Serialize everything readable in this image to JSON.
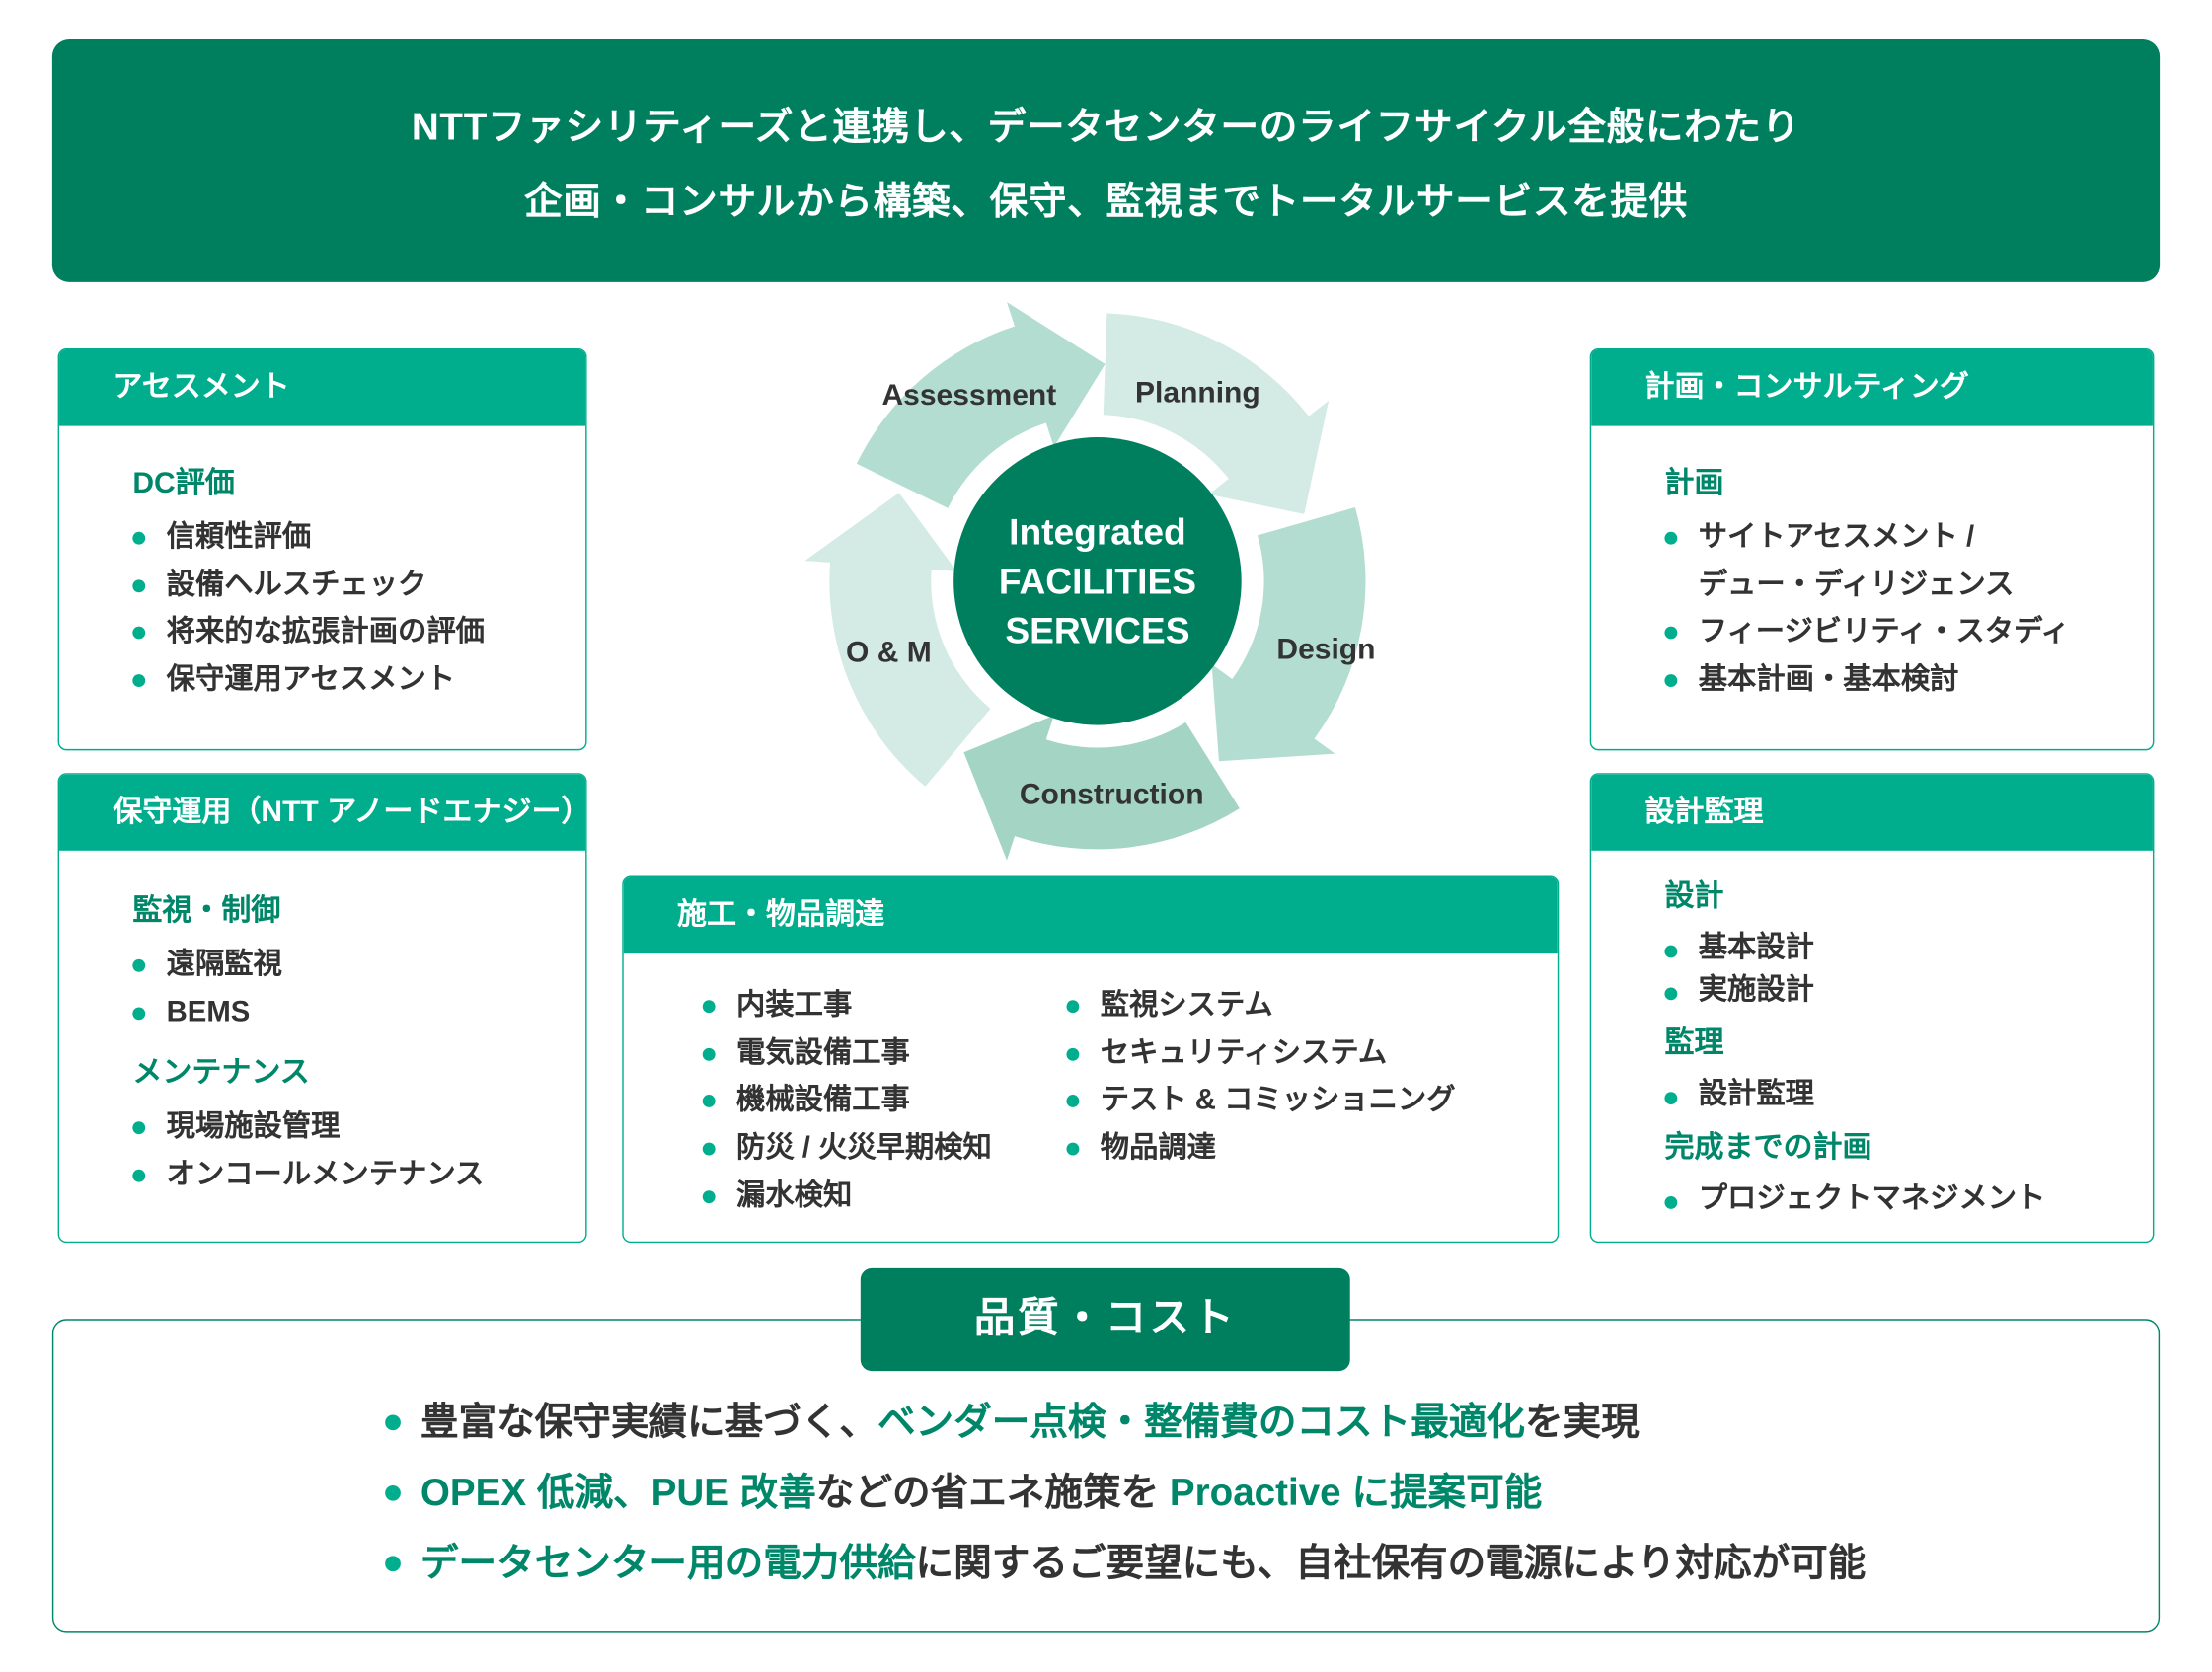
{
  "banner": {
    "line1": "NTTファシリティーズと連携し、データセンターのライフサイクル全般にわたり",
    "line2": "企画・コンサルから構築、保守、監視までトータルサービスを提供"
  },
  "colors": {
    "dark_green": "#007f5f",
    "teal": "#00ae8e",
    "text_green": "#00876a"
  },
  "cycle": {
    "center": [
      "Integrated",
      "FACILITIES",
      "SERVICES"
    ],
    "stages": [
      {
        "label": "Planning",
        "color": "#d3ebe4"
      },
      {
        "label": "Design",
        "color": "#b3ddd0"
      },
      {
        "label": "Construction",
        "color": "#a3d4c4"
      },
      {
        "label": "O & M",
        "color": "#d3ebe4"
      },
      {
        "label": "Assessment",
        "color": "#b3ddd0"
      }
    ]
  },
  "boxes": {
    "assessment": {
      "title": "アセスメント",
      "groups": [
        {
          "heading": "DC評価",
          "items": [
            "信頼性評価",
            "設備ヘルスチェック",
            "将来的な拡張計画の評価",
            "保守運用アセスメント"
          ]
        }
      ]
    },
    "om": {
      "title": "保守運用（NTT アノードエナジー）",
      "groups": [
        {
          "heading": "監視・制御",
          "items": [
            "遠隔監視",
            "BEMS"
          ]
        },
        {
          "heading": "メンテナンス",
          "items": [
            "現場施設管理",
            "オンコールメンテナンス"
          ]
        }
      ]
    },
    "planning": {
      "title": "計画・コンサルティング",
      "groups": [
        {
          "heading": "計画",
          "items": [
            "サイトアセスメント /",
            "デュー・ディリジェンス",
            "フィージビリティ・スタディ",
            "基本計画・基本検討"
          ]
        }
      ]
    },
    "design": {
      "title": "設計監理",
      "groups": [
        {
          "heading": "設計",
          "items": [
            "基本設計",
            "実施設計"
          ]
        },
        {
          "heading": "監理",
          "items": [
            "設計監理"
          ]
        },
        {
          "heading": "完成までの計画",
          "items": [
            "プロジェクトマネジメント"
          ]
        }
      ]
    },
    "construction": {
      "title": "施工・物品調達",
      "columns": [
        [
          "内装工事",
          "電気設備工事",
          "機械設備工事",
          "防災 / 火災早期検知",
          "漏水検知"
        ],
        [
          "監視システム",
          "セキュリティシステム",
          "テスト & コミッショニング",
          "物品調達"
        ]
      ]
    }
  },
  "quality": {
    "title": "品質・コスト",
    "lines": [
      [
        {
          "t": "豊富な保守実績に基づく、",
          "h": false
        },
        {
          "t": "ベンダー点検・整備費のコスト最適化",
          "h": true
        },
        {
          "t": "を実現",
          "h": false
        }
      ],
      [
        {
          "t": "OPEX 低減、PUE 改善",
          "h": true
        },
        {
          "t": "などの省エネ施策を ",
          "h": false
        },
        {
          "t": "Proactive に提案可能",
          "h": true
        }
      ],
      [
        {
          "t": "データセンター用の電力供給",
          "h": true
        },
        {
          "t": "に関するご要望にも、自社保有の電源により対応が可能",
          "h": false
        }
      ]
    ]
  }
}
